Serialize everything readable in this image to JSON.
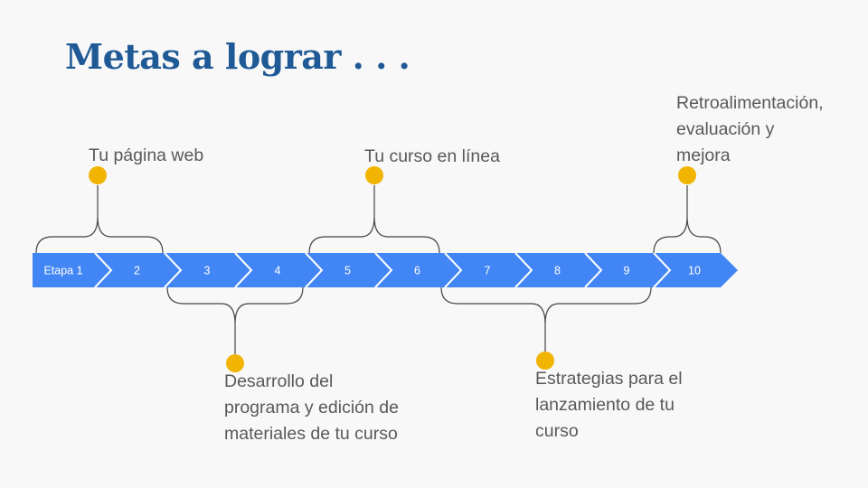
{
  "title": "Metas a lograr . . .",
  "stages": [
    "Etapa 1",
    "2",
    "3",
    "4",
    "5",
    "6",
    "7",
    "8",
    "9",
    "10"
  ],
  "milestones": [
    {
      "label": "Tu página web"
    },
    {
      "label": "Desarrollo del\nprograma y edición de\nmateriales de tu curso"
    },
    {
      "label": "Tu curso en línea"
    },
    {
      "label": "Estrategias para el\nlanzamiento de tu\ncurso"
    },
    {
      "label": "Retroalimentación,\nevaluación y\nmejora"
    }
  ],
  "colors": {
    "bar": "#4285f4",
    "dot": "#f1b400",
    "title": "#1f5a96",
    "text": "#595959"
  }
}
